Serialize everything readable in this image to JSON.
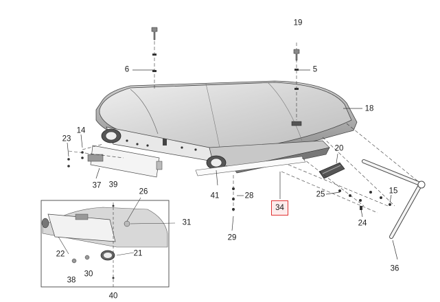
{
  "callouts": {
    "c19": "19",
    "c6": "6",
    "c5": "5",
    "c18": "18",
    "c14": "14",
    "c23": "23",
    "c20": "20",
    "c37": "37",
    "c39": "39",
    "c26": "26",
    "c41": "41",
    "c28": "28",
    "c34": "34",
    "c25": "25",
    "c15": "15",
    "c24": "24",
    "c31": "31",
    "c29": "29",
    "c22": "22",
    "c21": "21",
    "c30": "30",
    "c38": "38",
    "c36": "36",
    "c40": "40"
  },
  "highlight_callout": "34",
  "colors": {
    "highlight_border": "#e03030",
    "highlight_fill": "#fdecec",
    "lid_fill": "#dcdcdc",
    "line": "#333333"
  }
}
